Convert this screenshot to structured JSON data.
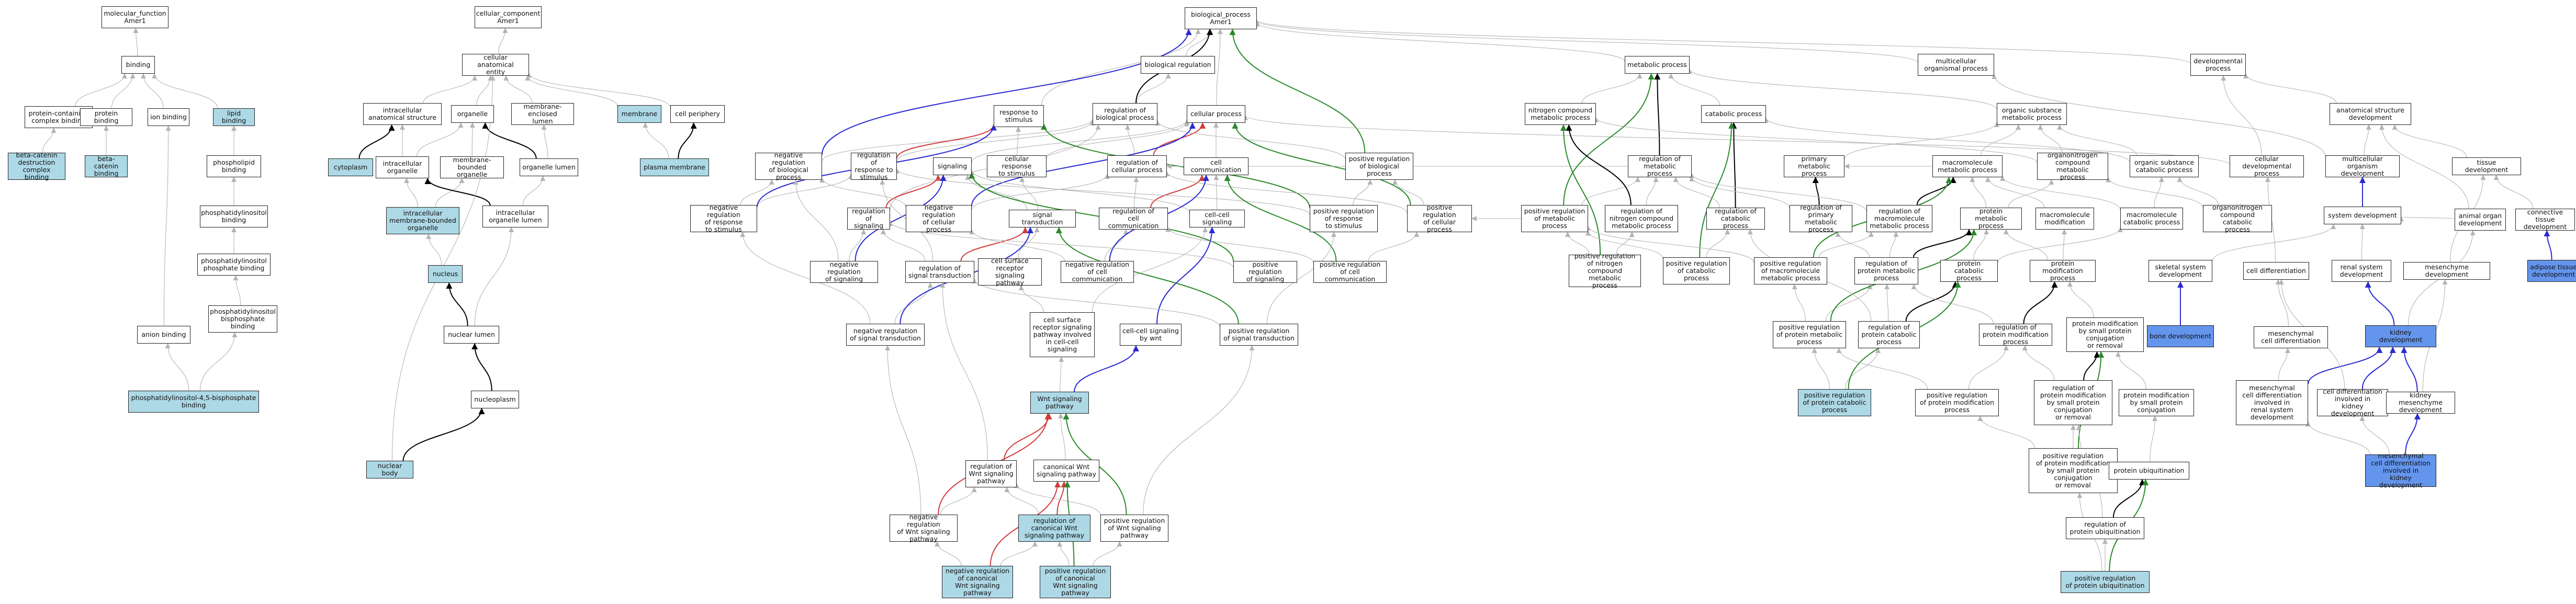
{
  "colors": {
    "is_a": "#b4b4b4",
    "part_of": "#000000",
    "regulates": "#d23c3c",
    "positively_regulates": "#2a8a2a",
    "negatively_regulates": "#2a2ad2",
    "highlight_light": "#add8e6",
    "highlight_strong": "#6495ed"
  },
  "nodes": [
    {
      "id": "mf",
      "label": "molecular_function\nAmer1"
    },
    {
      "id": "binding",
      "label": "binding"
    },
    {
      "id": "pcb",
      "label": "protein-containing\ncomplex binding"
    },
    {
      "id": "pb",
      "label": "protein binding"
    },
    {
      "id": "ionb",
      "label": "ion binding"
    },
    {
      "id": "lipidb",
      "label": "lipid binding",
      "hl": 1
    },
    {
      "id": "bcdcb",
      "label": "beta-catenin\ndestruction\ncomplex binding",
      "hl": 1
    },
    {
      "id": "bcb",
      "label": "beta-catenin\nbinding",
      "hl": 1
    },
    {
      "id": "plb",
      "label": "phospholipid\nbinding"
    },
    {
      "id": "pib",
      "label": "phosphatidylinositol\nbinding"
    },
    {
      "id": "pipb",
      "label": "phosphatidylinositol\nphosphate binding"
    },
    {
      "id": "pibpb",
      "label": "phosphatidylinositol\nbisphosphate\nbinding"
    },
    {
      "id": "anionb",
      "label": "anion binding"
    },
    {
      "id": "pi45b",
      "label": "phosphatidylinositol-4,5-bisphosphate\nbinding",
      "hl": 1
    },
    {
      "id": "cc",
      "label": "cellular_component\nAmer1"
    },
    {
      "id": "cae",
      "label": "cellular anatomical\nentity"
    },
    {
      "id": "ias",
      "label": "intracellular\nanatomical structure"
    },
    {
      "id": "organelle",
      "label": "organelle"
    },
    {
      "id": "mel",
      "label": "membrane-enclosed\nlumen"
    },
    {
      "id": "membrane",
      "label": "membrane",
      "hl": 1
    },
    {
      "id": "cperiph",
      "label": "cell periphery"
    },
    {
      "id": "cytoplasm",
      "label": "cytoplasm",
      "hl": 1
    },
    {
      "id": "iorg",
      "label": "intracellular\norganelle"
    },
    {
      "id": "mbo",
      "label": "membrane-bounded\norganelle"
    },
    {
      "id": "olumen",
      "label": "organelle lumen"
    },
    {
      "id": "pm",
      "label": "plasma membrane",
      "hl": 1
    },
    {
      "id": "imbo",
      "label": "intracellular\nmembrane-bounded\norganelle",
      "hl": 1
    },
    {
      "id": "iol",
      "label": "intracellular\norganelle lumen"
    },
    {
      "id": "nucleus",
      "label": "nucleus",
      "hl": 1
    },
    {
      "id": "nlumen",
      "label": "nuclear lumen"
    },
    {
      "id": "nucleoplasm",
      "label": "nucleoplasm"
    },
    {
      "id": "nbody",
      "label": "nuclear body",
      "hl": 1
    },
    {
      "id": "bp",
      "label": "biological_process\nAmer1"
    },
    {
      "id": "breg",
      "label": "biological regulation"
    },
    {
      "id": "rts",
      "label": "response to\nstimulus"
    },
    {
      "id": "robp",
      "label": "regulation of\nbiological process"
    },
    {
      "id": "cellp",
      "label": "cellular process"
    },
    {
      "id": "nrbp",
      "label": "negative regulation\nof biological\nprocess"
    },
    {
      "id": "rrts",
      "label": "regulation of\nresponse to\nstimulus"
    },
    {
      "id": "signaling",
      "label": "signaling"
    },
    {
      "id": "crts",
      "label": "cellular response\nto stimulus"
    },
    {
      "id": "rocp",
      "label": "regulation of\ncellular process"
    },
    {
      "id": "ccomm",
      "label": "cell communication"
    },
    {
      "id": "prbp",
      "label": "positive regulation\nof biological\nprocess"
    },
    {
      "id": "nrrts",
      "label": "negative regulation\nof response\nto stimulus"
    },
    {
      "id": "ros",
      "label": "regulation of\nsignaling"
    },
    {
      "id": "nrcp",
      "label": "negative regulation\nof cellular\nprocess"
    },
    {
      "id": "st",
      "label": "signal transduction"
    },
    {
      "id": "rocc",
      "label": "regulation of\ncell communication"
    },
    {
      "id": "ccsig",
      "label": "cell-cell signaling"
    },
    {
      "id": "prrts",
      "label": "positive regulation\nof response\nto stimulus"
    },
    {
      "id": "prcp",
      "label": "positive regulation\nof cellular\nprocess"
    },
    {
      "id": "nros",
      "label": "negative regulation\nof signaling"
    },
    {
      "id": "rost",
      "label": "regulation of\nsignal transduction"
    },
    {
      "id": "csrsp",
      "label": "cell surface\nreceptor signaling\npathway"
    },
    {
      "id": "nrcc",
      "label": "negative regulation\nof cell communication"
    },
    {
      "id": "pros",
      "label": "positive regulation\nof signaling"
    },
    {
      "id": "prcc",
      "label": "positive regulation\nof cell communication"
    },
    {
      "id": "nrst",
      "label": "negative regulation\nof signal transduction"
    },
    {
      "id": "csrspw",
      "label": "cell surface\nreceptor signaling\npathway involved\nin cell-cell\nsignaling"
    },
    {
      "id": "ccsw",
      "label": "cell-cell signaling\nby wnt"
    },
    {
      "id": "prst",
      "label": "positive regulation\nof signal transduction"
    },
    {
      "id": "wsp",
      "label": "Wnt signaling\npathway",
      "hl": 1
    },
    {
      "id": "rwsp",
      "label": "regulation of\nWnt signaling\npathway"
    },
    {
      "id": "cwsp",
      "label": "canonical Wnt\nsignaling pathway"
    },
    {
      "id": "nrwsp",
      "label": "negative regulation\nof Wnt signaling\npathway"
    },
    {
      "id": "rcwsp",
      "label": "regulation of canonical Wnt\nsignaling pathway",
      "hl": 1
    },
    {
      "id": "prwsp",
      "label": "positive regulation\nof Wnt signaling\npathway"
    },
    {
      "id": "nrcwsp",
      "label": "negative regulation\nof canonical\nWnt signaling\npathway",
      "hl": 1
    },
    {
      "id": "prcwsp",
      "label": "positive regulation\nof canonical\nWnt signaling\npathway",
      "hl": 1
    },
    {
      "id": "metp",
      "label": "metabolic process"
    },
    {
      "id": "mop",
      "label": "multicellular\norganismal process"
    },
    {
      "id": "devp",
      "label": "developmental\nprocess"
    },
    {
      "id": "ncmp",
      "label": "nitrogen compound\nmetabolic process"
    },
    {
      "id": "catp",
      "label": "catabolic process"
    },
    {
      "id": "osmp",
      "label": "organic substance\nmetabolic process"
    },
    {
      "id": "asd",
      "label": "anatomical structure\ndevelopment"
    },
    {
      "id": "romp",
      "label": "regulation of\nmetabolic process"
    },
    {
      "id": "pmp",
      "label": "primary metabolic\nprocess"
    },
    {
      "id": "mmmp",
      "label": "macromolecule\nmetabolic process"
    },
    {
      "id": "ocmp",
      "label": "organonitrogen\ncompound metabolic\nprocess"
    },
    {
      "id": "oscp",
      "label": "organic substance\ncatabolic process"
    },
    {
      "id": "cdp",
      "label": "cellular developmental\nprocess"
    },
    {
      "id": "mod",
      "label": "multicellular\norganism development"
    },
    {
      "id": "tdev",
      "label": "tissue development"
    },
    {
      "id": "prmp",
      "label": "positive regulation\nof metabolic\nprocess"
    },
    {
      "id": "rncmp",
      "label": "regulation of\nnitrogen compound\nmetabolic process"
    },
    {
      "id": "rocatp",
      "label": "regulation of\ncatabolic process"
    },
    {
      "id": "rpmp",
      "label": "regulation of\nprimary metabolic\nprocess"
    },
    {
      "id": "rmmp",
      "label": "regulation of\nmacromolecule\nmetabolic process"
    },
    {
      "id": "protmp",
      "label": "protein metabolic\nprocess"
    },
    {
      "id": "mmmod",
      "label": "macromolecule\nmodification"
    },
    {
      "id": "mmcp",
      "label": "macromolecule\ncatabolic process"
    },
    {
      "id": "occp",
      "label": "organonitrogen\ncompound catabolic\nprocess"
    },
    {
      "id": "sysdev",
      "label": "system development"
    },
    {
      "id": "aod",
      "label": "animal organ\ndevelopment"
    },
    {
      "id": "ctdev",
      "label": "connective tissue\ndevelopment"
    },
    {
      "id": "prncmp",
      "label": "positive regulation\nof nitrogen\ncompound metabolic\nprocess"
    },
    {
      "id": "prcatp",
      "label": "positive regulation\nof catabolic\nprocess"
    },
    {
      "id": "prmmmp",
      "label": "positive regulation\nof macromolecule\nmetabolic process"
    },
    {
      "id": "rprotmp",
      "label": "regulation of\nprotein metabolic\nprocess"
    },
    {
      "id": "protcatp",
      "label": "protein catabolic\nprocess"
    },
    {
      "id": "protmod",
      "label": "protein modification\nprocess"
    },
    {
      "id": "ssd",
      "label": "skeletal system\ndevelopment"
    },
    {
      "id": "celldiff",
      "label": "cell differentiation"
    },
    {
      "id": "rsd",
      "label": "renal system\ndevelopment"
    },
    {
      "id": "mesdev",
      "label": "mesenchyme development"
    },
    {
      "id": "atdev",
      "label": "adipose tissue\ndevelopment",
      "hl": 2
    },
    {
      "id": "prprotmp",
      "label": "positive regulation\nof protein metabolic\nprocess"
    },
    {
      "id": "rprotcatp",
      "label": "regulation of\nprotein catabolic\nprocess"
    },
    {
      "id": "rpmodp",
      "label": "regulation of\nprotein modification\nprocess"
    },
    {
      "id": "pmbspc",
      "label": "protein modification\nby small protein\nconjugation\nor removal"
    },
    {
      "id": "bonedev",
      "label": "bone development",
      "hl": 2
    },
    {
      "id": "mcdiff",
      "label": "mesenchymal\ncell differentiation"
    },
    {
      "id": "kdev",
      "label": "kidney development",
      "hl": 2
    },
    {
      "id": "prprotcatp",
      "label": "positive regulation\nof protein catabolic\nprocess",
      "hl": 1
    },
    {
      "id": "prpmodp",
      "label": "positive regulation\nof protein modification\nprocess"
    },
    {
      "id": "rpmbspc",
      "label": "regulation of\nprotein modification\nby small protein\nconjugation\nor removal"
    },
    {
      "id": "pmbspconj",
      "label": "protein modification\nby small protein\nconjugation"
    },
    {
      "id": "mcdrsd",
      "label": "mesenchymal\ncell differentiation\ninvolved in\nrenal system\ndevelopment"
    },
    {
      "id": "cdkd",
      "label": "cell differentiation\ninvolved in\nkidney development"
    },
    {
      "id": "kmd",
      "label": "kidney mesenchyme\ndevelopment"
    },
    {
      "id": "prpmbspc",
      "label": "positive regulation\nof protein modification\nby small protein\nconjugation\nor removal"
    },
    {
      "id": "protubq",
      "label": "protein ubiquitination"
    },
    {
      "id": "mcdkd",
      "label": "mesenchymal\ncell differentiation\ninvolved in\nkidney development",
      "hl": 2
    },
    {
      "id": "rpubq",
      "label": "regulation of\nprotein ubiquitination"
    },
    {
      "id": "prpubq",
      "label": "positive regulation\nof protein ubiquitination",
      "hl": 1
    }
  ]
}
